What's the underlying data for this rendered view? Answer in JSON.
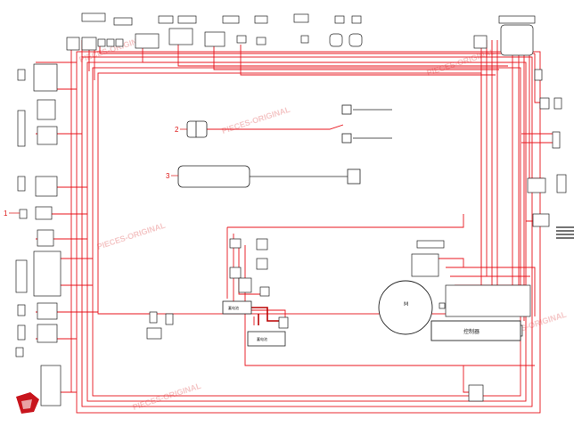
{
  "callouts": [
    "1",
    "2",
    "3"
  ],
  "motor_label": "M",
  "controller_label": "控制器",
  "battery_labels": [
    "蓄电池",
    "蓄电池"
  ],
  "colors": {
    "wire": "#e8141c",
    "component": "#222222",
    "watermark": "#f2b8b8",
    "logo": "#c8141c"
  },
  "icons": [
    "brand-logo-icon"
  ]
}
